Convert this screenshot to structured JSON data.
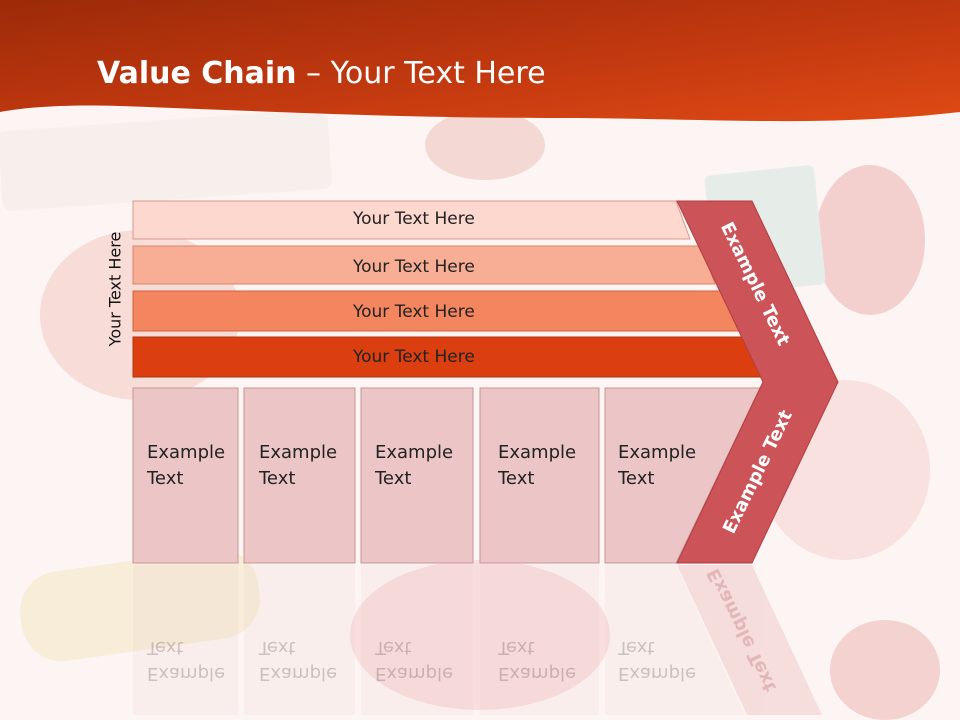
{
  "slide": {
    "title_bold": "Value Chain",
    "title_rest": " – Your Text Here",
    "side_label": "Your Text Here",
    "bars": [
      {
        "label": "Your Text Here",
        "color": "#fcd8cf"
      },
      {
        "label": "Your Text Here",
        "color": "#f7ae94"
      },
      {
        "label": "Your Text Here",
        "color": "#f3855f"
      },
      {
        "label": "Your Text Here",
        "color": "#db3f10"
      }
    ],
    "boxes": [
      {
        "line1": "Example",
        "line2": "Text"
      },
      {
        "line1": "Example",
        "line2": "Text"
      },
      {
        "line1": "Example",
        "line2": "Text"
      },
      {
        "line1": "Example",
        "line2": "Text"
      },
      {
        "line1": "Example",
        "line2": "Text"
      }
    ],
    "chevron_top": "Example Text",
    "chevron_bottom": "Example Text",
    "colors": {
      "header": "#c93d12",
      "header_dark": "#a52d0a",
      "chevron": "#cc5357",
      "box_fill": "#ecc5c6",
      "box_stroke": "#c89596"
    }
  }
}
